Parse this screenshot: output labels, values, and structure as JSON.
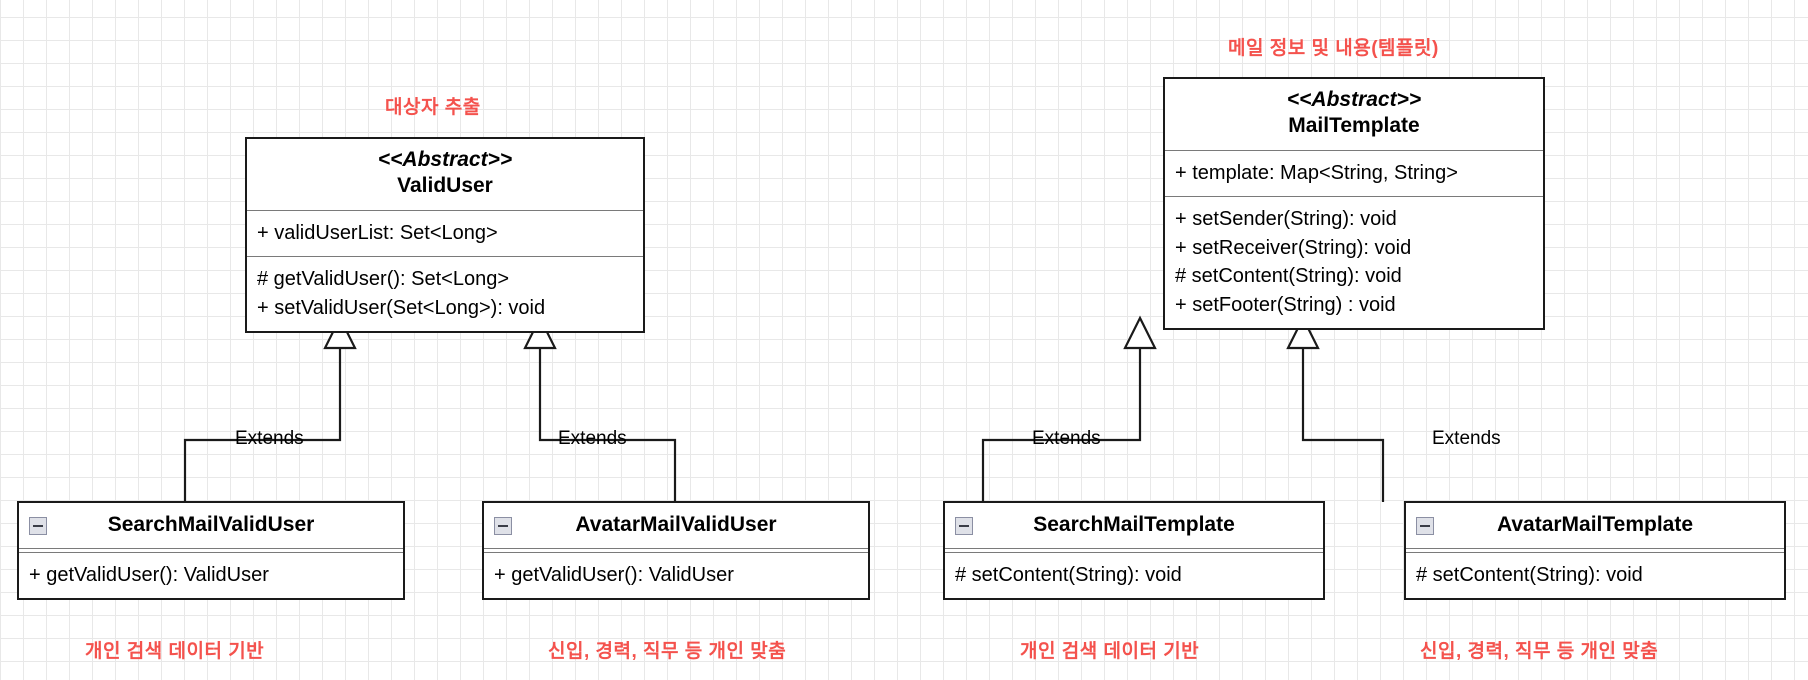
{
  "diagram": {
    "type": "uml-class-diagram",
    "background": "graph-paper",
    "accent_color": "#f4524d",
    "line_color": "#1a1a1a"
  },
  "classes": {
    "valid_user": {
      "stereotype": "<<Abstract>>",
      "name": "ValidUser",
      "attributes": [
        "+ validUserList: Set<Long>"
      ],
      "methods": [
        "# getValidUser(): Set<Long>",
        "+ setValidUser(Set<Long>): void"
      ]
    },
    "mail_template": {
      "stereotype": "<<Abstract>>",
      "name": "MailTemplate",
      "attributes": [
        "+ template: Map<String, String>"
      ],
      "methods": [
        "+ setSender(String): void",
        "+ setReceiver(String): void",
        "# setContent(String): void",
        "+ setFooter(String) : void"
      ]
    },
    "search_mail_valid_user": {
      "name": "SearchMailValidUser",
      "methods": [
        "+ getValidUser(): ValidUser"
      ],
      "collapse_icon": "minus-icon"
    },
    "avatar_mail_valid_user": {
      "name": "AvatarMailValidUser",
      "methods": [
        "+ getValidUser(): ValidUser"
      ],
      "collapse_icon": "minus-icon"
    },
    "search_mail_template": {
      "name": "SearchMailTemplate",
      "methods": [
        "# setContent(String): void"
      ],
      "collapse_icon": "minus-icon"
    },
    "avatar_mail_template": {
      "name": "AvatarMailTemplate",
      "methods": [
        "# setContent(String): void"
      ],
      "collapse_icon": "minus-icon"
    }
  },
  "relationships": [
    {
      "id": "r1",
      "label": "Extends",
      "from": "search_mail_valid_user",
      "to": "valid_user"
    },
    {
      "id": "r2",
      "label": "Extends",
      "from": "avatar_mail_valid_user",
      "to": "valid_user"
    },
    {
      "id": "r3",
      "label": "Extends",
      "from": "search_mail_template",
      "to": "mail_template"
    },
    {
      "id": "r4",
      "label": "Extends",
      "from": "avatar_mail_template",
      "to": "mail_template"
    }
  ],
  "annotations": {
    "valid_user_top": "대상자 추출",
    "mail_template_top": "메일 정보 및 내용(템플릿)",
    "search_mail_valid_user_bottom": "개인 검색 데이터 기반",
    "avatar_mail_valid_user_bottom": "신입, 경력, 직무 등 개인 맞춤",
    "search_mail_template_bottom": "개인 검색 데이터 기반",
    "avatar_mail_template_bottom": "신입, 경력, 직무 등 개인 맞춤"
  }
}
